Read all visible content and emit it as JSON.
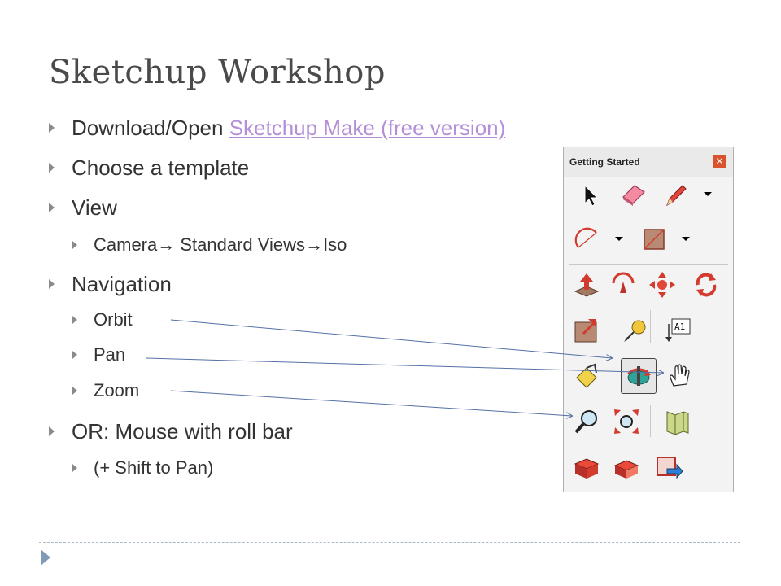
{
  "slide": {
    "title": "Sketchup Workshop",
    "bullets": [
      {
        "text": "Download/Open ",
        "link": "Sketchup Make (free version)"
      },
      {
        "text": "Choose a template"
      },
      {
        "text": "View"
      },
      {
        "parts": [
          "Camera",
          " Standard Views",
          "Iso"
        ],
        "arrow_glyph": "→"
      },
      {
        "text": "Navigation"
      },
      {
        "text": "Orbit"
      },
      {
        "text": "Pan"
      },
      {
        "text": "Zoom"
      },
      {
        "text": "OR: Mouse with roll bar"
      },
      {
        "text": "(+ Shift to Pan)"
      }
    ]
  },
  "toolbar_panel": {
    "title": "Getting Started",
    "close_glyph": "✕",
    "tools": [
      "select",
      "eraser",
      "pencil",
      "arc",
      "rectangle",
      "push-pull",
      "follow-me",
      "move",
      "rotate",
      "offset",
      "tape-measure",
      "text",
      "paint-bucket",
      "orbit",
      "pan",
      "zoom",
      "zoom-extents",
      "warehouse",
      "components",
      "extension-warehouse",
      "share"
    ]
  },
  "colors": {
    "title": "#4a4a4a",
    "text": "#333333",
    "link": "#b48fd6",
    "bullet": "#8a8a8a",
    "accent": "#d9532f",
    "arrow_line": "#5570a6"
  }
}
